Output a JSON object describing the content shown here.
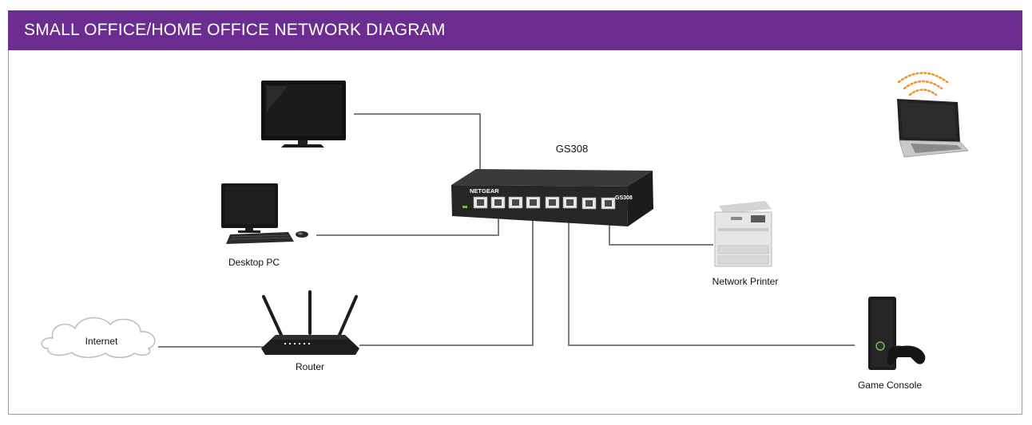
{
  "header": {
    "title": "SMALL OFFICE/HOME OFFICE NETWORK DIAGRAM"
  },
  "colors": {
    "header_bg": "#6b2d8f",
    "link": "#7d7d7d",
    "wifi": "#f0932b",
    "device_dark": "#1e1e1e",
    "device_light": "#dcdcdc"
  },
  "diagram": {
    "switch": {
      "label": "GS308",
      "brand": "NETGEAR",
      "model_print": "GS308"
    },
    "desktop": {
      "label": "Desktop PC"
    },
    "printer": {
      "label": "Network Printer"
    },
    "router": {
      "label": "Router"
    },
    "internet": {
      "label": "Internet"
    },
    "console": {
      "label": "Game Console"
    },
    "tv": {
      "label": ""
    },
    "laptop": {
      "label": ""
    }
  }
}
